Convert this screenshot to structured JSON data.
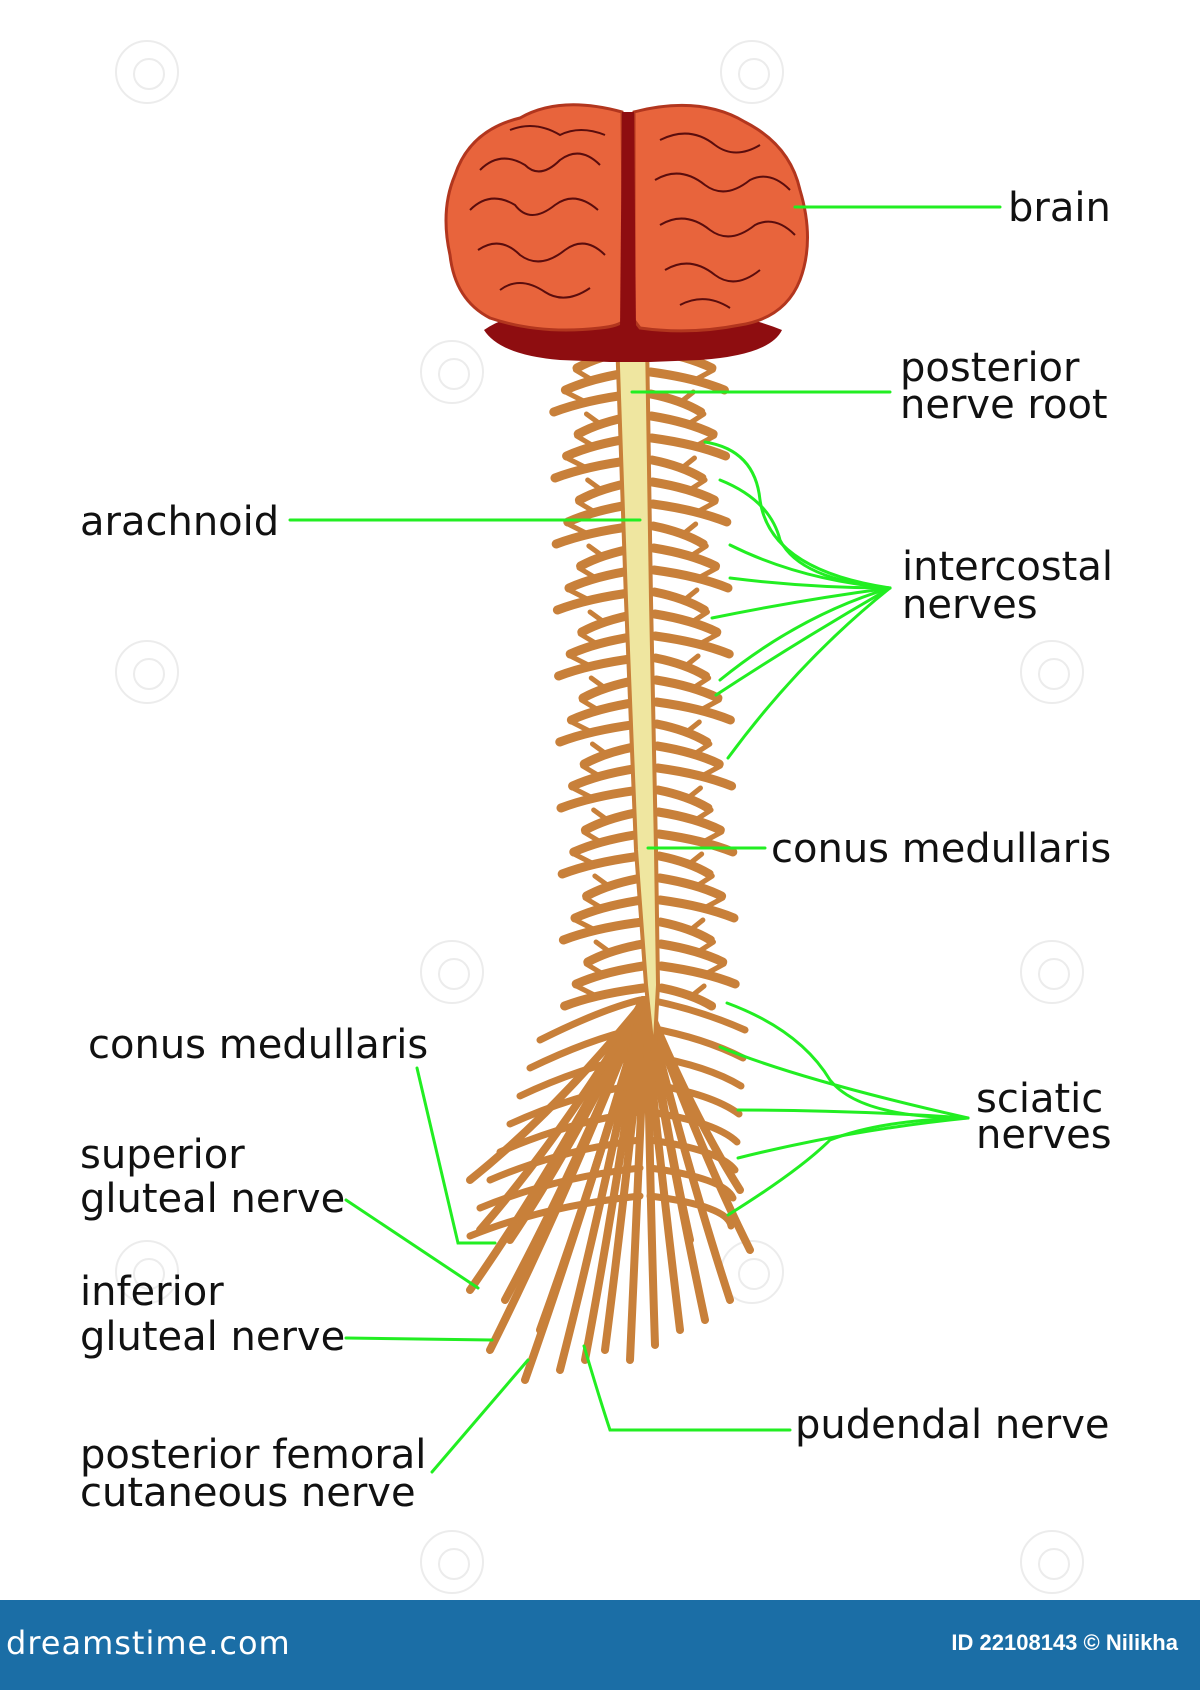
{
  "labels": {
    "brain": "brain",
    "posterior_nerve_root": [
      "posterior",
      "nerve root"
    ],
    "arachnoid": "arachnoid",
    "intercostal_nerves": [
      "intercostal",
      "nerves"
    ],
    "conus_medullaris_right": "conus medullaris",
    "conus_medullaris_left": "conus medullaris",
    "sciatic_nerves": [
      "sciatic",
      "nerves"
    ],
    "superior_gluteal_nerve": [
      "superior",
      "gluteal nerve"
    ],
    "inferior_gluteal_nerve": [
      "inferior",
      "gluteal nerve"
    ],
    "pudendal_nerve": "pudendal nerve",
    "posterior_femoral_cutaneous_nerve": [
      "posterior femoral",
      "cutaneous nerve"
    ]
  },
  "footer": {
    "brand": "dreamstime.com",
    "image_id": "ID 22108143 © Nilikha"
  },
  "colors": {
    "brain": "#e8643c",
    "brain_dark": "#8e0d10",
    "nerve": "#c8803a",
    "spinal_cord": "#efe6a0",
    "leader": "#22ee22",
    "footer": "#1b6ea6"
  }
}
